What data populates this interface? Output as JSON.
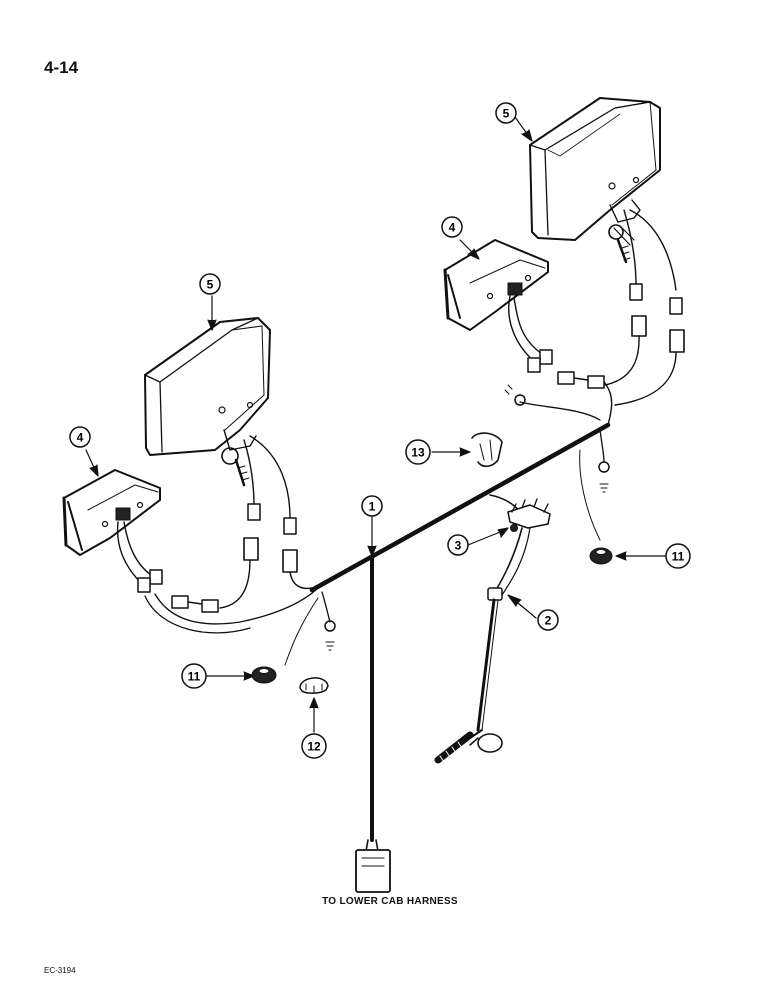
{
  "header": {
    "page_number": "4-14"
  },
  "callouts": [
    {
      "id": "callout-1",
      "label": "1"
    },
    {
      "id": "callout-2",
      "label": "2"
    },
    {
      "id": "callout-3",
      "label": "3"
    },
    {
      "id": "callout-4-left",
      "label": "4"
    },
    {
      "id": "callout-4-right",
      "label": "4"
    },
    {
      "id": "callout-5-left",
      "label": "5"
    },
    {
      "id": "callout-5-right",
      "label": "5"
    },
    {
      "id": "callout-11-left",
      "label": "11"
    },
    {
      "id": "callout-11-right",
      "label": "11"
    },
    {
      "id": "callout-12",
      "label": "12"
    },
    {
      "id": "callout-13",
      "label": "13"
    }
  ],
  "caption": "TO LOWER CAB HARNESS",
  "footer": {
    "doc_code": "EC-3194"
  }
}
